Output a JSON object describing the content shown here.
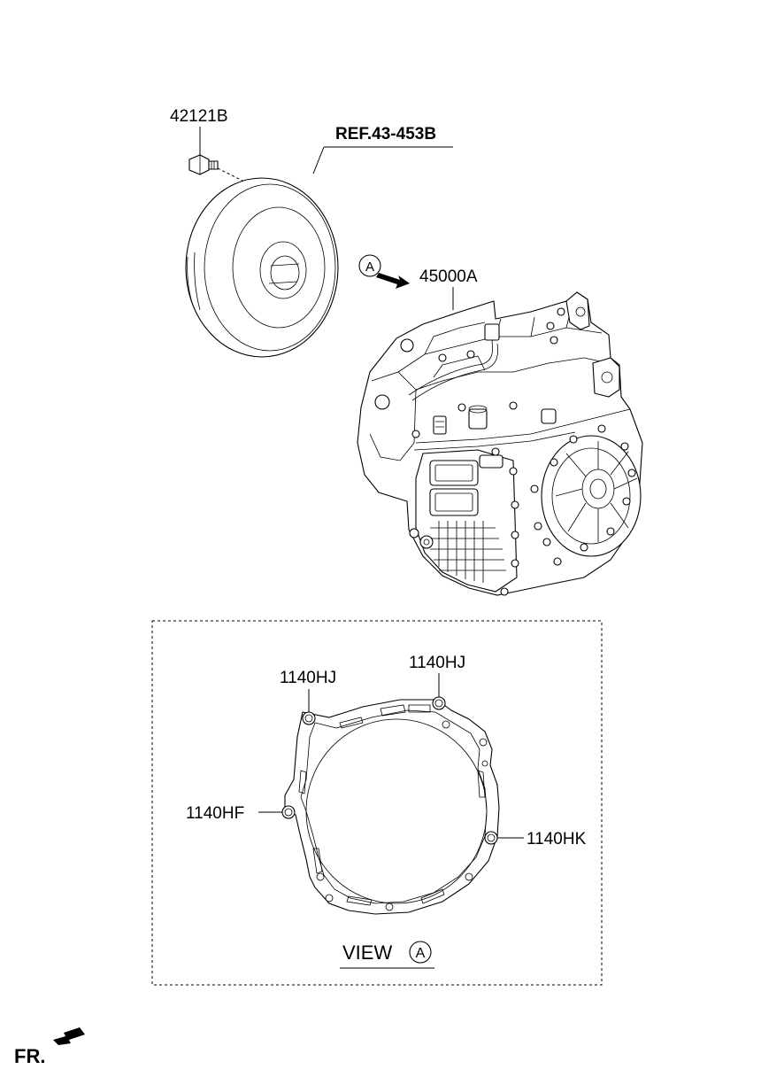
{
  "labels": {
    "bolt": "42121B",
    "reference": "REF.43-453B",
    "view_marker": "A",
    "transaxle": "45000A",
    "hj_left": "1140HJ",
    "hj_right": "1140HJ",
    "hf": "1140HF",
    "hk": "1140HK",
    "view_text": "VIEW",
    "view_circle": "A",
    "front": "FR."
  },
  "colors": {
    "line": "#000000",
    "background": "#ffffff"
  }
}
